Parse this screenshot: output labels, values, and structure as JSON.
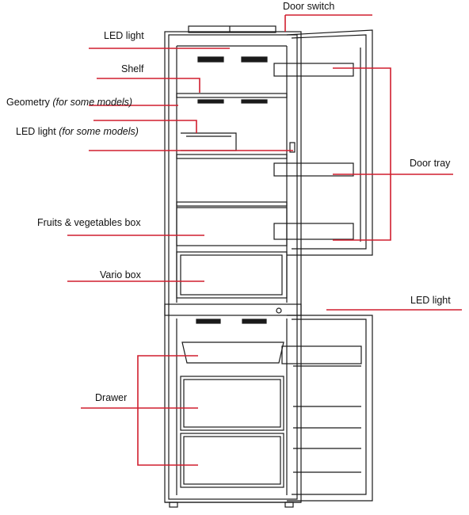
{
  "labels": {
    "door_switch": "Door switch",
    "led_light_top": "LED light",
    "shelf": "Shelf",
    "geometry": "Geometry",
    "geometry_note": "(for some models)",
    "led_light_mid": "LED light",
    "led_light_mid_note": "(for some models)",
    "fruits_vegetables_box": "Fruits & vegetables box",
    "vario_box": "Vario box",
    "door_tray": "Door tray",
    "led_light_right": "LED light",
    "drawer": "Drawer"
  },
  "colors": {
    "leader_line": "#d01e2e",
    "outline": "#1a1a1a",
    "text": "#111111"
  }
}
